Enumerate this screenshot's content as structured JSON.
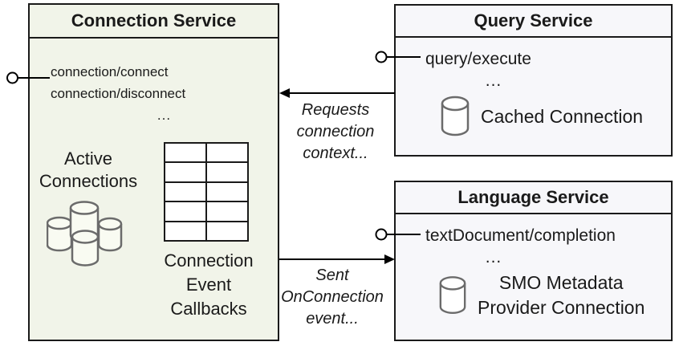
{
  "colors": {
    "connection_box_bg": "#f1f4e9",
    "service_box_bg": "#f7f7fa",
    "line": "#1a1a1a",
    "text": "#1a1a1a",
    "cylinder_stroke": "#6b6b6b",
    "cylinder_fill": "#f9fbf2"
  },
  "connection_service": {
    "title": "Connection Service",
    "methods": [
      "connection/connect",
      "connection/disconnect"
    ],
    "ellipsis": "...",
    "active_connections_lines": [
      "Active",
      "Connections"
    ],
    "callbacks_lines": [
      "Connection",
      "Event",
      "Callbacks"
    ]
  },
  "query_service": {
    "title": "Query Service",
    "method": "query/execute",
    "ellipsis": "...",
    "connection_label": "Cached Connection"
  },
  "language_service": {
    "title": "Language Service",
    "method": "textDocument/completion",
    "ellipsis": "...",
    "connection_label_lines": [
      "SMO Metadata",
      "Provider Connection"
    ]
  },
  "arrows": {
    "requests_lines": [
      "Requests",
      "connection",
      "context..."
    ],
    "sent_lines": [
      "Sent",
      "OnConnection",
      "event..."
    ]
  },
  "icons": {
    "database_cluster": "four overlapping db cylinders",
    "database": "db cylinder",
    "interface_connector": "lollipop circle + line",
    "arrow_left": "left-pointing solid arrow",
    "arrow_right": "right-pointing solid arrow"
  }
}
